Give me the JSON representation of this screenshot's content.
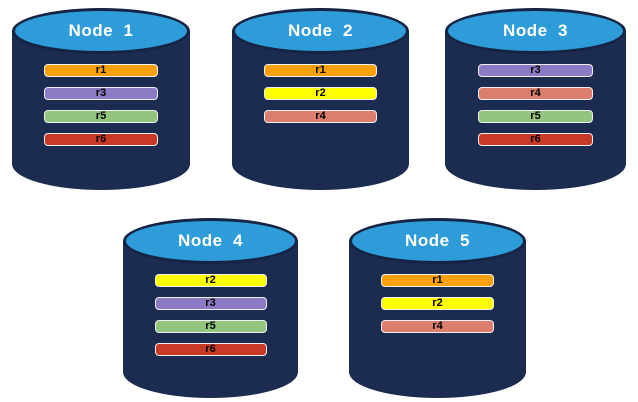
{
  "diagram": {
    "background": "#ffffff",
    "cylinder": {
      "body_color": "#1c2b50",
      "top_color": "#2e9cd8",
      "outline_color": "#152444"
    },
    "replica_palette": {
      "r1": "#f9a106",
      "r2": "#ffff00",
      "r3": "#8c7bc4",
      "r4": "#dc7e6e",
      "r5": "#92c57e",
      "r6": "#c93a26"
    }
  },
  "nodes": [
    {
      "title": "Node  1",
      "replicas": [
        {
          "label": "r1",
          "color": "#f9a106"
        },
        {
          "label": "r3",
          "color": "#8c7bc4"
        },
        {
          "label": "r5",
          "color": "#92c57e"
        },
        {
          "label": "r6",
          "color": "#c93a26"
        }
      ]
    },
    {
      "title": "Node  2",
      "replicas": [
        {
          "label": "r1",
          "color": "#f9a106"
        },
        {
          "label": "r2",
          "color": "#ffff00"
        },
        {
          "label": "r4",
          "color": "#dc7e6e"
        }
      ]
    },
    {
      "title": "Node  3",
      "replicas": [
        {
          "label": "r3",
          "color": "#8c7bc4"
        },
        {
          "label": "r4",
          "color": "#dc7e6e"
        },
        {
          "label": "r5",
          "color": "#92c57e"
        },
        {
          "label": "r6",
          "color": "#c93a26"
        }
      ]
    },
    {
      "title": "Node  4",
      "replicas": [
        {
          "label": "r2",
          "color": "#ffff00"
        },
        {
          "label": "r3",
          "color": "#8c7bc4"
        },
        {
          "label": "r5",
          "color": "#92c57e"
        },
        {
          "label": "r6",
          "color": "#c93a26"
        }
      ]
    },
    {
      "title": "Node  5",
      "replicas": [
        {
          "label": "r1",
          "color": "#f9a106"
        },
        {
          "label": "r2",
          "color": "#ffff00"
        },
        {
          "label": "r4",
          "color": "#dc7e6e"
        }
      ]
    }
  ]
}
